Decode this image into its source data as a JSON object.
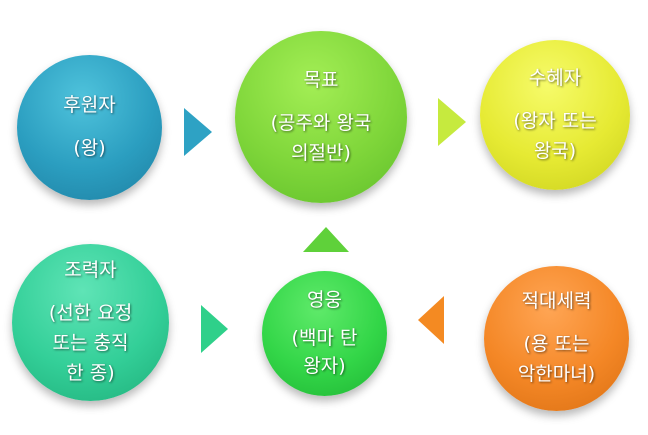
{
  "nodes": {
    "patron": {
      "title": "후원자",
      "sub": [
        "(왕)"
      ]
    },
    "goal": {
      "title": "목표",
      "sub": [
        "(공주와 왕국",
        "의절반)"
      ]
    },
    "recipient": {
      "title": "수혜자",
      "sub": [
        "(왕자 또는",
        "왕국)"
      ]
    },
    "helper": {
      "title": "조력자",
      "sub": [
        "(선한 요정",
        "또는 충직",
        "한 종)"
      ]
    },
    "hero": {
      "title": "영웅",
      "sub": [
        "(백마 탄",
        "왕자)"
      ]
    },
    "opponent": {
      "title": "적대세력",
      "sub": [
        "(용 또는",
        "악한마녀)"
      ]
    }
  },
  "colors": {
    "patron": "#2b9ec0",
    "goal": "#7fd63a",
    "recipient": "#e6ea33",
    "helper": "#33cf98",
    "hero": "#33d648",
    "opponent": "#f48726"
  }
}
